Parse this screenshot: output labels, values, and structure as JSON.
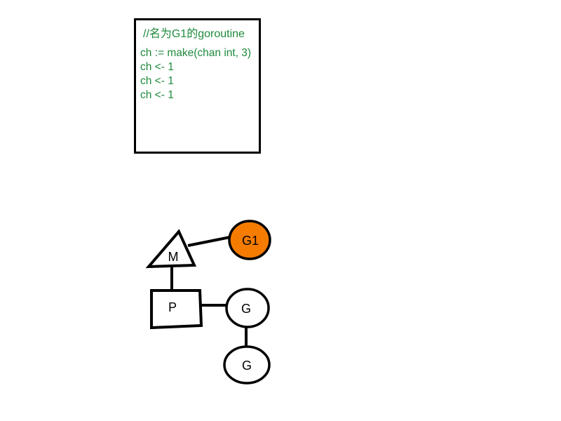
{
  "code_box": {
    "comment": "//名为G1的goroutine",
    "lines": [
      "ch := make(chan int, 3)",
      "ch <- 1",
      "ch <- 1",
      "ch <- 1"
    ]
  },
  "diagram": {
    "m_label": "M",
    "p_label": "P",
    "g1_label": "G1",
    "g_queue_labels": [
      "G",
      "G"
    ],
    "colors": {
      "g1_fill": "#f57c00",
      "code_text": "#1e8a3c",
      "stroke": "#000000"
    }
  }
}
